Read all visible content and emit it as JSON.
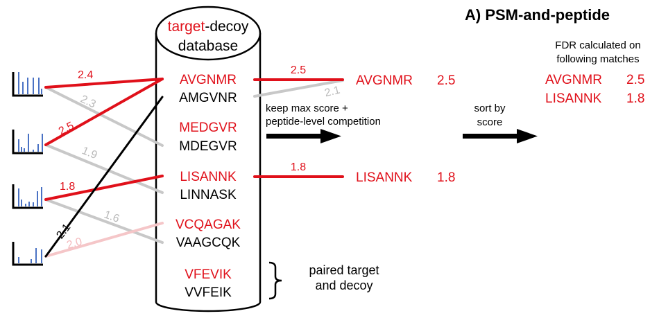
{
  "title": "A) PSM-and-peptide",
  "database": {
    "label_target": "target",
    "label_rest": "-decoy",
    "label_line2": "database",
    "pairs": [
      {
        "target": "AVGNMR",
        "decoy": "AMGVNR"
      },
      {
        "target": "MEDGVR",
        "decoy": "MDEGVR"
      },
      {
        "target": "LISANNK",
        "decoy": "LINNASK"
      },
      {
        "target": "VCQAGAK",
        "decoy": "VAAGCQK"
      },
      {
        "target": "VFEVIK",
        "decoy": "VVFEIK"
      }
    ]
  },
  "psm_scores": [
    {
      "score": "2.4",
      "kind": "target-max"
    },
    {
      "score": "2.3",
      "kind": "discarded"
    },
    {
      "score": "2.5",
      "kind": "target-max"
    },
    {
      "score": "1.9",
      "kind": "discarded"
    },
    {
      "score": "1.8",
      "kind": "target-max"
    },
    {
      "score": "1.6",
      "kind": "discarded"
    },
    {
      "score": "2.1",
      "kind": "decoy-max"
    },
    {
      "score": "2.0",
      "kind": "target-faded"
    }
  ],
  "peptide_level": {
    "winners": [
      {
        "peptide": "AVGNMR",
        "score": "2.5",
        "line_label": "2.5",
        "loser_label": "2.1"
      },
      {
        "peptide": "LISANNK",
        "score": "1.8",
        "line_label": "1.8"
      }
    ],
    "step1_text": [
      "keep max score +",
      "peptide-level competition"
    ],
    "step2_text": [
      "sort by",
      "score"
    ]
  },
  "fdr": {
    "heading": [
      "FDR calculated on",
      "following matches"
    ],
    "matches": [
      {
        "peptide": "AVGNMR",
        "score": "2.5"
      },
      {
        "peptide": "LISANNK",
        "score": "1.8"
      }
    ]
  },
  "pair_brace_label": [
    "paired target",
    "and decoy"
  ],
  "colors": {
    "target": "#e0101a",
    "decoy": "#000000",
    "discarded": "#b9b9b9",
    "faded": "#f3b9bc",
    "peak": "#4a72c4"
  }
}
